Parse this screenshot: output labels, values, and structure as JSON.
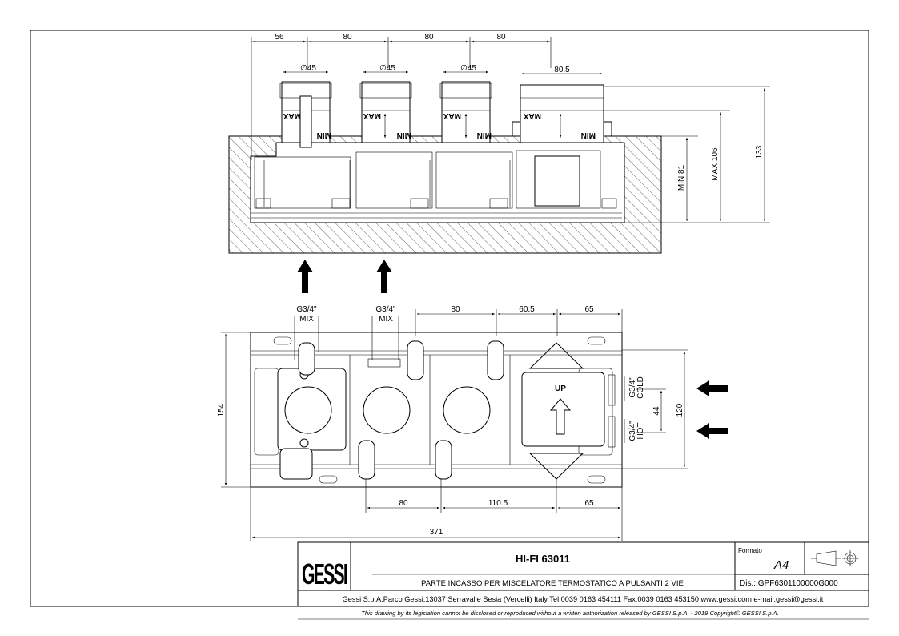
{
  "top_view": {
    "dims_horizontal": [
      "56",
      "80",
      "80",
      "80"
    ],
    "diameters": [
      "∅45",
      "∅45",
      "∅45"
    ],
    "box_width": "80.5",
    "vertical_dims": {
      "min": "MIN 81",
      "max": "MAX 106",
      "total": "133"
    },
    "knob_labels": {
      "max": "MAX",
      "min": "MIN"
    }
  },
  "bottom_view": {
    "outlets": [
      {
        "size": "G3/4\"",
        "label": "MIX"
      },
      {
        "size": "G3/4\"",
        "label": "MIX"
      }
    ],
    "top_dims": [
      "80",
      "60.5",
      "65"
    ],
    "bottom_dims": [
      "80",
      "110.5",
      "65"
    ],
    "overall_width": "371",
    "overall_height": "154",
    "inlet_spacing": "120",
    "inlet_gap": "44",
    "inlets": [
      {
        "size": "G3/4\"",
        "label": "COLD"
      },
      {
        "size": "G3/4\"",
        "label": "HOT"
      }
    ],
    "up_label": "UP"
  },
  "title_block": {
    "logo": "GESSI",
    "title": "HI-FI 63011",
    "description": "PARTE INCASSO PER MISCELATORE TERMOSTATICO A PULSANTI 2 VIE",
    "format_label": "Formato",
    "format_value": "A4",
    "drawing_number": "Dis.: GPF6301100000G000",
    "company_info": "Gessi S.p.A.Parco Gessi,13037 Serravalle Sesia (Vercelli) Italy Tel.0039 0163 454111 Fax.0039 0163 453150 www.gessi.com e-mail:gessi@gessi.it",
    "copyright": "This drawing by its legislation cannot be disclosed or reproduced without a written authorization released by GESSI S.p.A. - 2019 Copyright© GESSI S.p.A."
  }
}
